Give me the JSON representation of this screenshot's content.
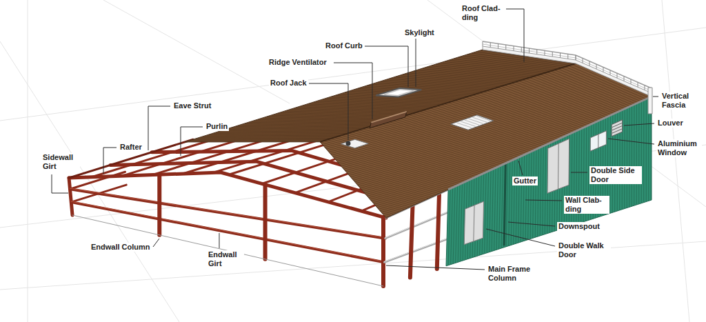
{
  "diagram": {
    "labels": [
      "Roof Clad- ding",
      "Skylight",
      "Roof Curb",
      "Ridge Ventilator",
      "Roof Jack",
      "Eave Strut",
      "Purlin",
      "Rafter",
      "Sidewall Girt",
      "Endwall Column",
      "Endwall Girt",
      "Main Frame Column",
      "Double Walk Door",
      "Downspout",
      "Wall Clab- ding",
      "Gutter",
      "Double Side Door",
      "Aluminium Window",
      "Louver",
      "Vertical Fascia"
    ]
  }
}
